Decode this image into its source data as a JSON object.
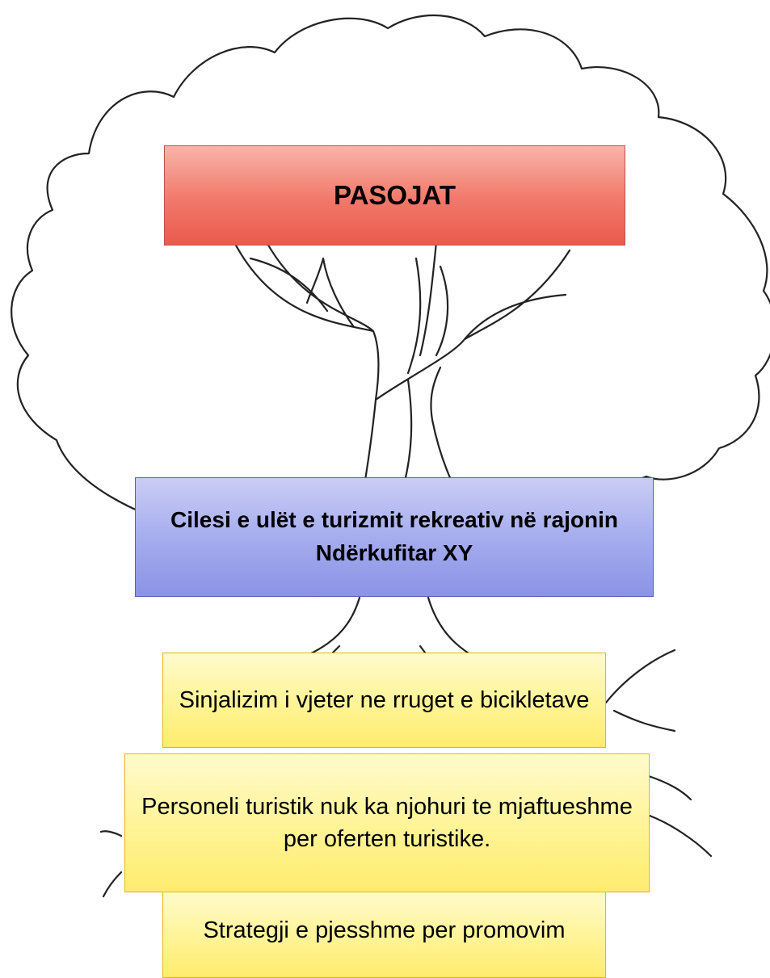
{
  "effects_label": "PASOJAT",
  "core_problem": "Cilesi e ulët e turizmit rekreativ në rajonin Ndërkufitar XY",
  "causes": [
    "Sinjalizim i vjeter ne rruget e bicikletave",
    "Personeli turistik nuk ka njohuri te mjaftueshme per oferten turistike.",
    "Strategji e pjesshme per promovim"
  ],
  "colors": {
    "effects_box": "#f1786a",
    "problem_box": "#a3aaee",
    "cause_box": "#fff49a",
    "tree_outline": "#222222"
  }
}
